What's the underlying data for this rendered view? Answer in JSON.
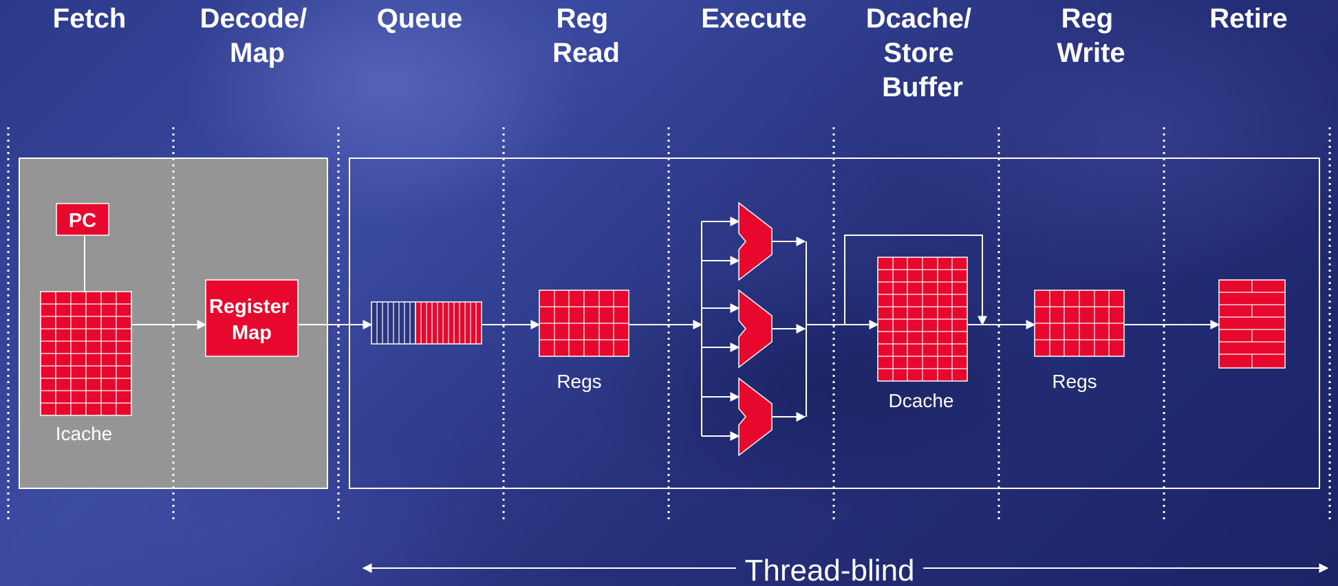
{
  "stages": [
    {
      "lines": [
        "Fetch"
      ]
    },
    {
      "lines": [
        "Decode/",
        "Map"
      ]
    },
    {
      "lines": [
        "Queue"
      ]
    },
    {
      "lines": [
        "Reg",
        "Read"
      ]
    },
    {
      "lines": [
        "Execute"
      ]
    },
    {
      "lines": [
        "Dcache/",
        "Store",
        "Buffer"
      ]
    },
    {
      "lines": [
        "Reg",
        "Write"
      ]
    },
    {
      "lines": [
        "Retire"
      ]
    }
  ],
  "blocks": {
    "pc": "PC",
    "register_map": [
      "Register",
      "Map"
    ],
    "icache": "Icache",
    "regs_read": "Regs",
    "dcache": "Dcache",
    "regs_write": "Regs"
  },
  "footer": {
    "label": "Thread-blind"
  },
  "colors": {
    "block_fill": "#e8082e",
    "front_end_panel": "#959595",
    "line": "#ffffff"
  }
}
